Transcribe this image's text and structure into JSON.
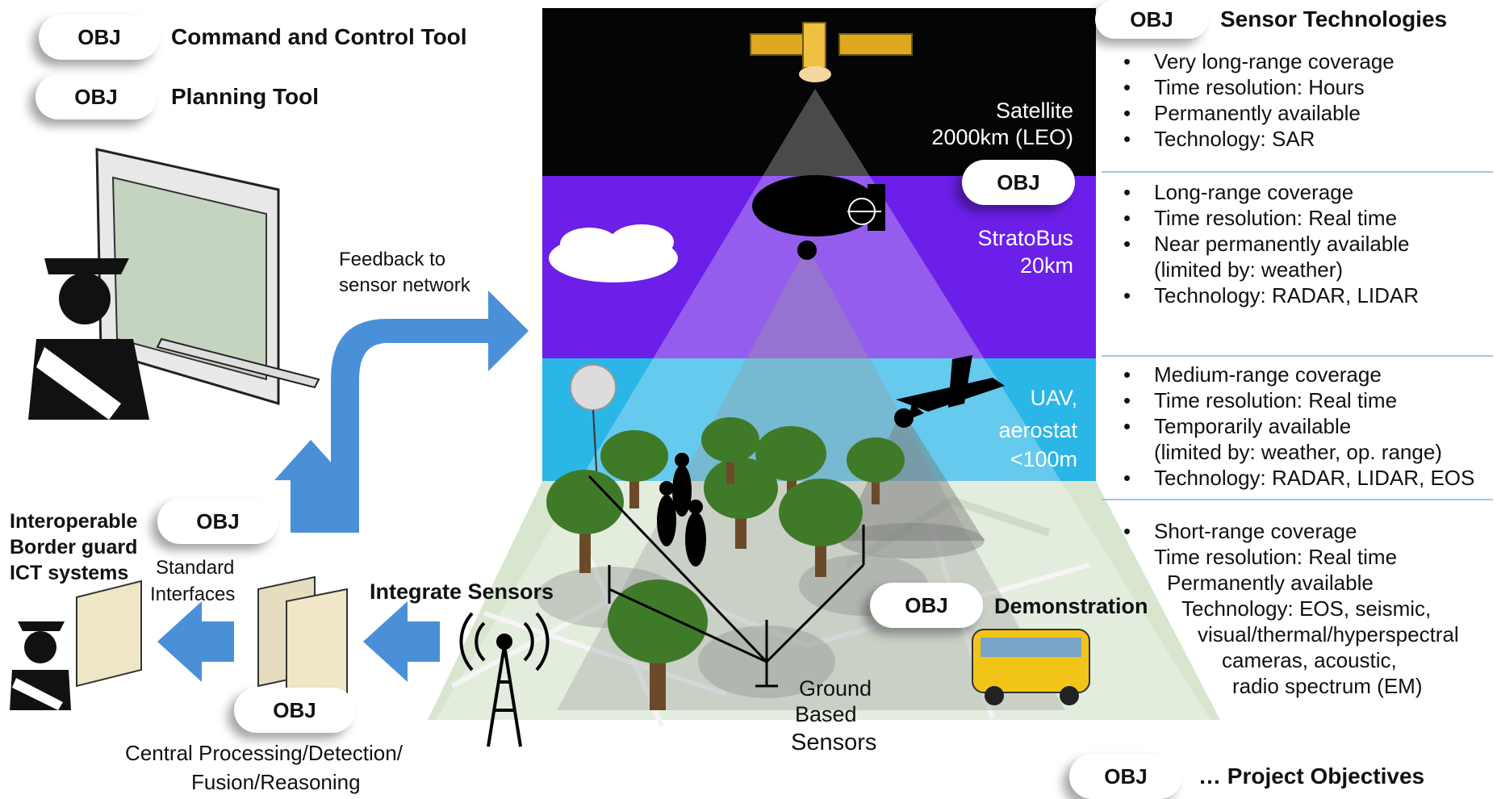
{
  "objectives": {
    "badge": "OBJ",
    "command_tool": "Command and Control Tool",
    "planning_tool": "Planning  Tool",
    "sensor_tech": "Sensor Technologies",
    "demonstration": "Demonstration",
    "project_objectives": "… Project Objectives"
  },
  "layers": {
    "satellite": {
      "line1": "Satellite",
      "line2": "2000km (LEO)"
    },
    "stratobus": {
      "line1": "StratoBus",
      "line2": "20km"
    },
    "uav": {
      "line1": "UAV,",
      "line2": "aerostat",
      "line3": "<100m"
    },
    "ground": {
      "line1": "Ground",
      "line2": "Based",
      "line3": "Sensors"
    }
  },
  "flow": {
    "feedback_1": "Feedback to",
    "feedback_2": "sensor network",
    "integrate": "Integrate Sensors",
    "central_1": "Central Processing/Detection/",
    "central_2": "Fusion/Reasoning",
    "standard_1": "Standard",
    "standard_2": "Interfaces",
    "border_1": "Interoperable",
    "border_2": "Border guard",
    "border_3": "ICT systems"
  },
  "sensor_groups": {
    "satellite": [
      "Very long-range coverage",
      "Time resolution: Hours",
      "Permanently available",
      "Technology: SAR"
    ],
    "stratobus": [
      "Long-range coverage",
      "Time resolution: Real time",
      "Near permanently available",
      "(limited by: weather)",
      "Technology: RADAR, LIDAR"
    ],
    "uav": [
      "Medium-range coverage",
      "Time resolution: Real time",
      "Temporarily available",
      "(limited by: weather, op. range)",
      "Technology: RADAR, LIDAR, EOS"
    ],
    "ground": [
      "Short-range coverage",
      "Time resolution: Real time",
      "Permanently available",
      "Technology: EOS, seismic,",
      "visual/thermal/hyperspectral",
      "cameras, acoustic,",
      "radio spectrum (EM)"
    ]
  },
  "colors": {
    "satellite_band": "#050505",
    "stratobus_band": "#6b1fe8",
    "uav_band": "#2ab6e6",
    "arrow_blue": "#4a90d9",
    "divider": "#9fc6e6"
  }
}
